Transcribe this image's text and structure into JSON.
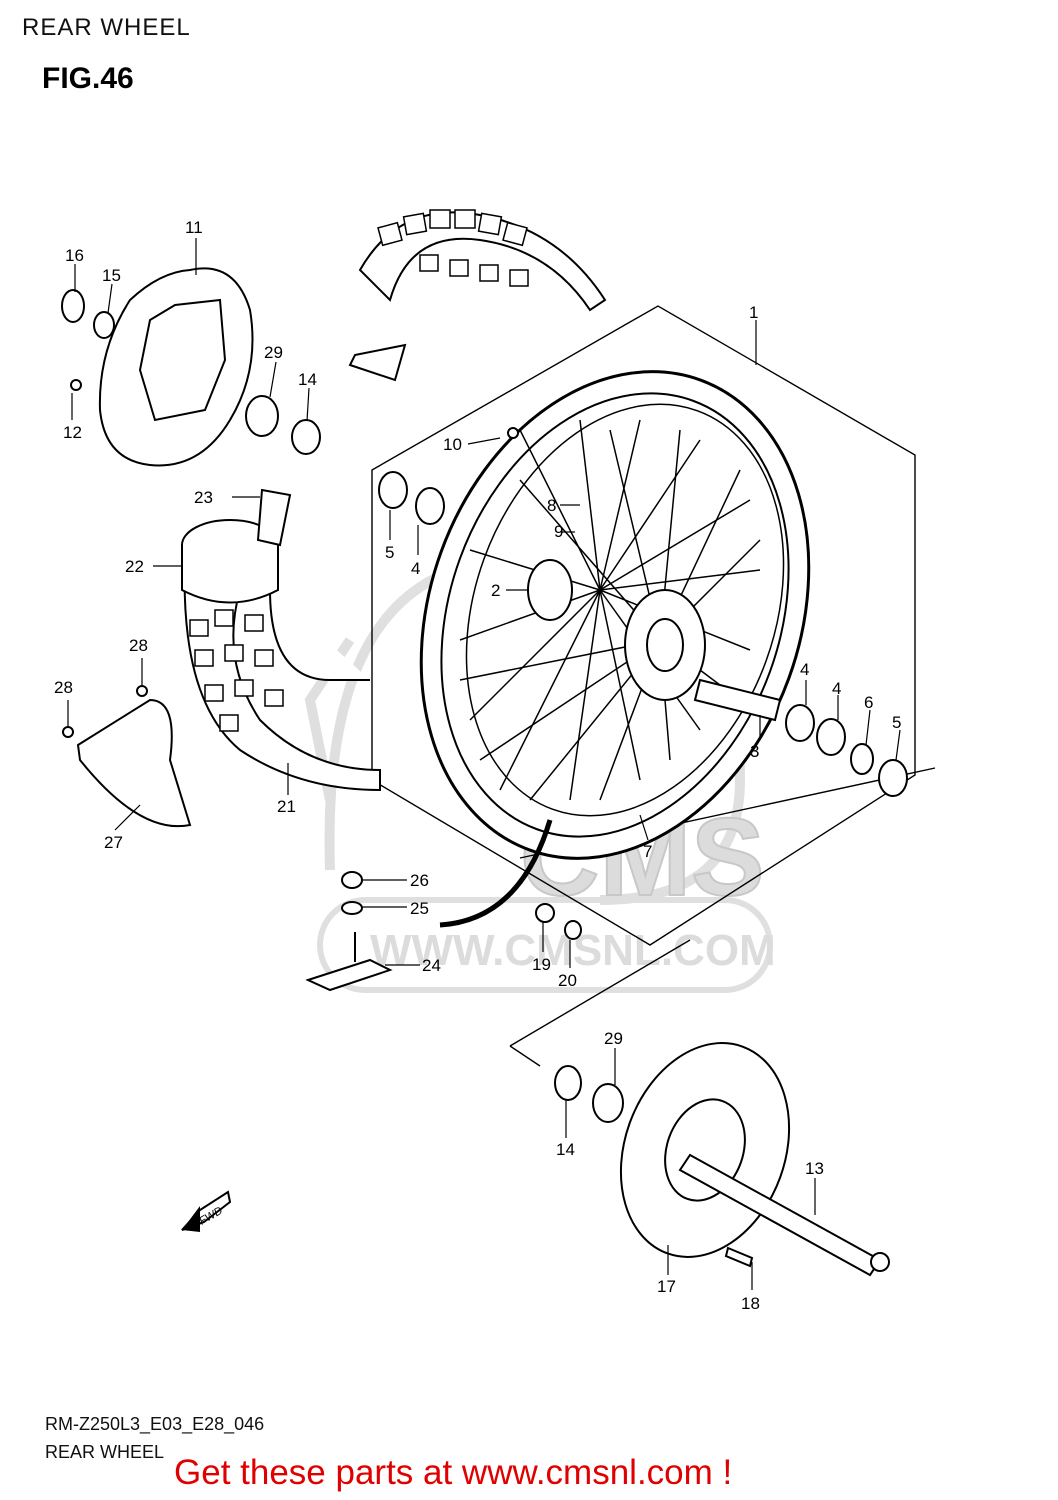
{
  "header": {
    "title": "REAR WHEEL",
    "figure": "FIG.46"
  },
  "watermark": {
    "text": "CMS",
    "url": "WWW.CMSNL.COM"
  },
  "callouts": [
    {
      "id": "c1",
      "label": "1"
    },
    {
      "id": "c2",
      "label": "2"
    },
    {
      "id": "c3",
      "label": "3"
    },
    {
      "id": "c4a",
      "label": "4"
    },
    {
      "id": "c4b",
      "label": "4"
    },
    {
      "id": "c4c",
      "label": "4"
    },
    {
      "id": "c5a",
      "label": "5"
    },
    {
      "id": "c5b",
      "label": "5"
    },
    {
      "id": "c6",
      "label": "6"
    },
    {
      "id": "c7",
      "label": "7"
    },
    {
      "id": "c8",
      "label": "8"
    },
    {
      "id": "c9",
      "label": "9"
    },
    {
      "id": "c10",
      "label": "10"
    },
    {
      "id": "c11",
      "label": "11"
    },
    {
      "id": "c12",
      "label": "12"
    },
    {
      "id": "c13",
      "label": "13"
    },
    {
      "id": "c14a",
      "label": "14"
    },
    {
      "id": "c14b",
      "label": "14"
    },
    {
      "id": "c15",
      "label": "15"
    },
    {
      "id": "c16",
      "label": "16"
    },
    {
      "id": "c17",
      "label": "17"
    },
    {
      "id": "c18",
      "label": "18"
    },
    {
      "id": "c19",
      "label": "19"
    },
    {
      "id": "c20",
      "label": "20"
    },
    {
      "id": "c21",
      "label": "21"
    },
    {
      "id": "c22",
      "label": "22"
    },
    {
      "id": "c23",
      "label": "23"
    },
    {
      "id": "c24",
      "label": "24"
    },
    {
      "id": "c25",
      "label": "25"
    },
    {
      "id": "c26",
      "label": "26"
    },
    {
      "id": "c27",
      "label": "27"
    },
    {
      "id": "c28a",
      "label": "28"
    },
    {
      "id": "c28b",
      "label": "28"
    },
    {
      "id": "c29a",
      "label": "29"
    },
    {
      "id": "c29b",
      "label": "29"
    }
  ],
  "fwd_label": "FWD",
  "footer": {
    "model_code": "RM-Z250L3_E03_E28_046",
    "section": "REAR WHEEL",
    "cta": "Get these parts at www.cmsnl.com !"
  },
  "colors": {
    "cta": "#e00000",
    "watermark": "#d0d0d0"
  }
}
